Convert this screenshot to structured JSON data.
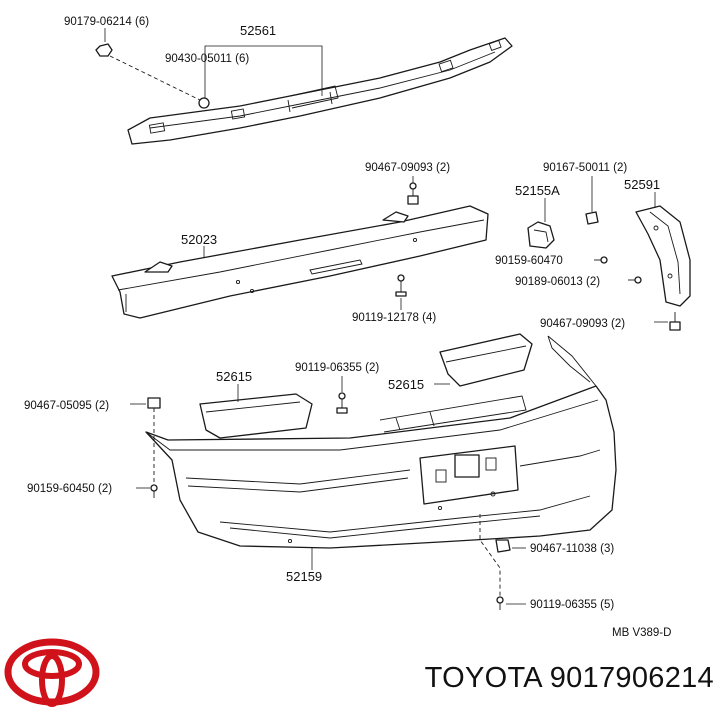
{
  "labels": {
    "p1": "90179-06214",
    "p1_qty": "(6)",
    "p2": "52561",
    "p3": "90430-05011",
    "p3_qty": "(6)",
    "p4": "90467-09093",
    "p4_qty": "(2)",
    "p5": "90167-50011",
    "p5_qty": "(2)",
    "p6": "52155A",
    "p7": "52591",
    "p8": "52023",
    "p9": "90159-60470",
    "p10": "90189-06013",
    "p10_qty": "(2)",
    "p11": "90119-12178",
    "p11_qty": "(4)",
    "p12": "90467-09093",
    "p12_qty": "(2)",
    "p13": "52615",
    "p14": "90119-06355",
    "p14_qty": "(2)",
    "p15": "52615",
    "p16": "90467-05095",
    "p16_qty": "(2)",
    "p17": "90159-60450",
    "p17_qty": "(2)",
    "p18": "52159",
    "p19": "90467-11038",
    "p19_qty": "(3)",
    "p20": "90119-06355",
    "p20_qty": "(5)",
    "diagram_code": "MB V389-D"
  },
  "footer": {
    "brand": "TOYOTA",
    "part_number": "9017906214",
    "text": "TOYOTA 9017906214"
  },
  "colors": {
    "logo_red": "#d0121b",
    "line": "#1a1a1a"
  }
}
